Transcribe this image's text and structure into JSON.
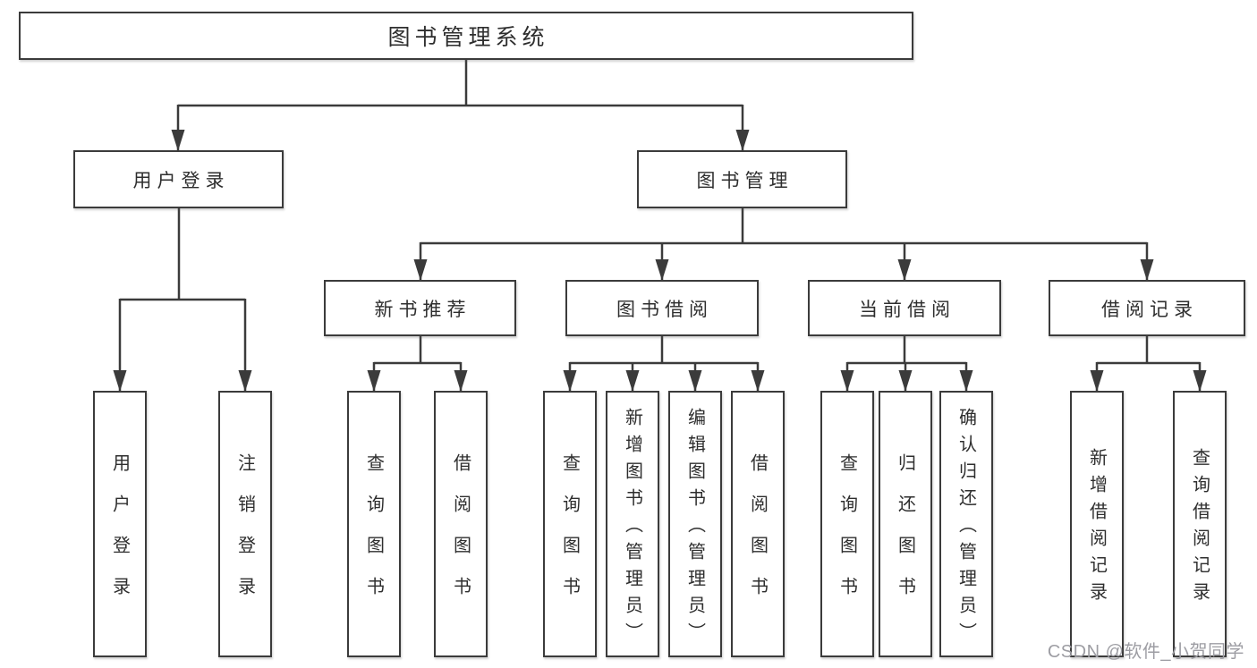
{
  "page": {
    "background_color": "#ffffff",
    "line_color": "#3b3b3b",
    "text_color": "#2e2e2e",
    "watermark_color": "#9d9da3"
  },
  "tree": {
    "root": "图书管理系统",
    "branches": [
      {
        "label": "用户登录",
        "children": [
          "用户登录",
          "注销登录"
        ]
      },
      {
        "label": "图书管理",
        "groups": [
          {
            "label": "新书推荐",
            "children": [
              "查询图书",
              "借阅图书"
            ]
          },
          {
            "label": "图书借阅",
            "children": [
              "查询图书",
              "新增图书（管理员）",
              "编辑图书（管理员）",
              "借阅图书"
            ]
          },
          {
            "label": "当前借阅",
            "children": [
              "查询图书",
              "归还图书",
              "确认归还（管理员）"
            ]
          },
          {
            "label": "借阅记录",
            "children": [
              "新增借阅记录",
              "查询借阅记录"
            ]
          }
        ]
      }
    ]
  },
  "watermark": "CSDN @软件_小贺同学"
}
